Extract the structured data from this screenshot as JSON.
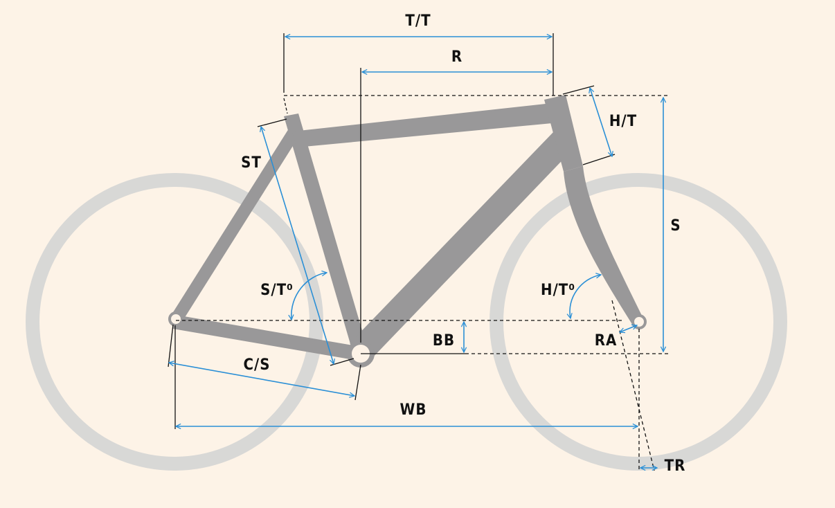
{
  "labels": {
    "top_tube": "T/T",
    "reach": "R",
    "head_tube": "H/T",
    "seat_tube": "ST",
    "stack": "S",
    "seat_tube_angle": "S/T⁰",
    "head_tube_angle": "H/T⁰",
    "bottom_bracket_drop": "BB",
    "rake": "RA",
    "chainstay": "C/S",
    "wheelbase": "WB",
    "trail": "TR"
  },
  "colors": {
    "background": "#fdf3e7",
    "wheel": "#d8d8d6",
    "frame": "#999899",
    "dimension": "#2a8fd6",
    "reference": "#111111"
  }
}
